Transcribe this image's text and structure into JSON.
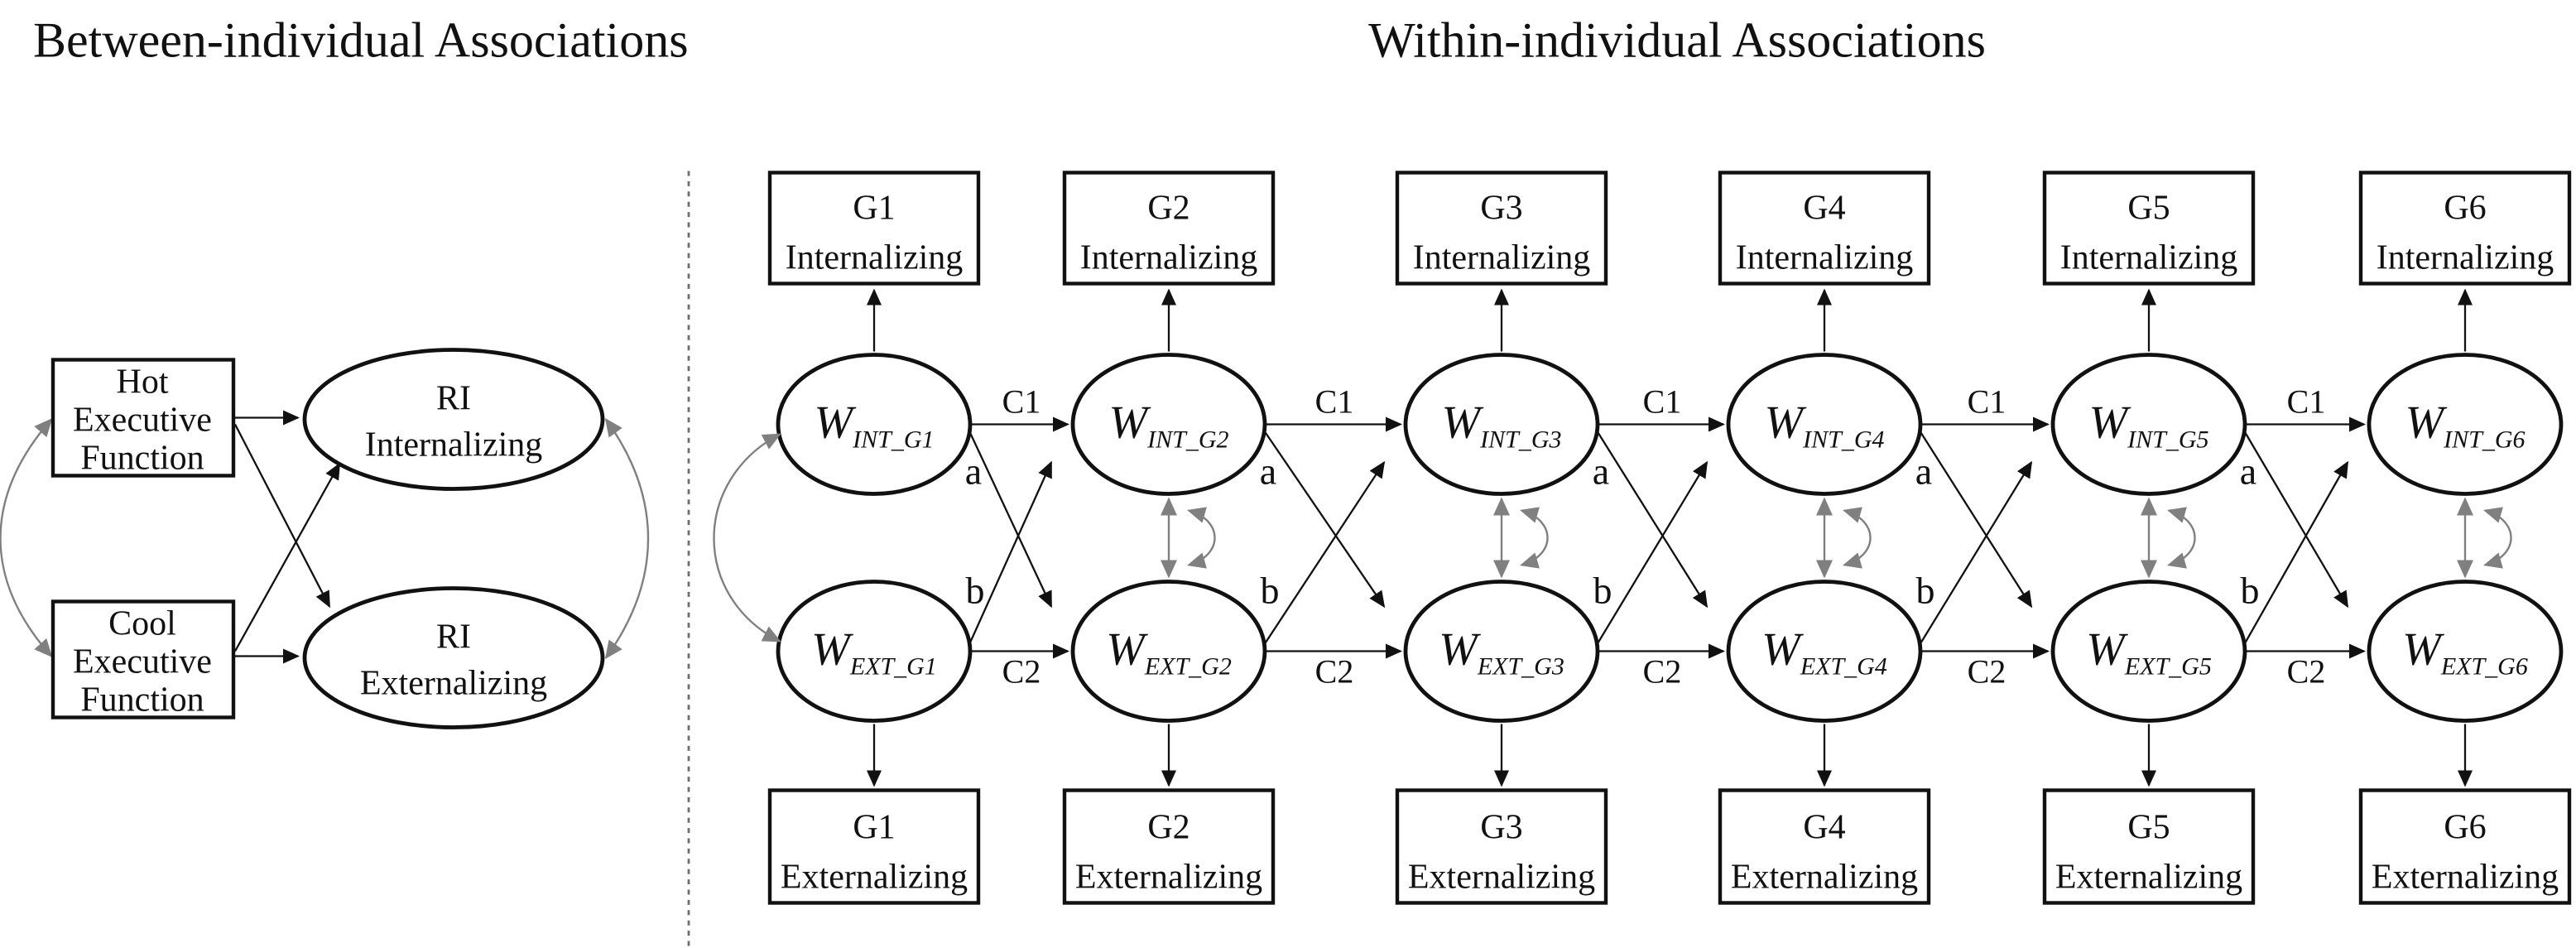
{
  "titles": {
    "left": "Between-individual Associations",
    "right": "Within-individual Associations"
  },
  "left_panel": {
    "hot_box": [
      "Hot",
      "Executive",
      "Function"
    ],
    "cool_box": [
      "Cool",
      "Executive",
      "Function"
    ],
    "ri_int": [
      "RI",
      "Internalizing"
    ],
    "ri_ext": [
      "RI",
      "Externalizing"
    ]
  },
  "right_panel": {
    "edge_labels": {
      "c1": "C1",
      "c2": "C2",
      "a": "a",
      "b": "b"
    },
    "columns": [
      {
        "top": [
          "G1",
          "Internalizing"
        ],
        "bottom": [
          "G1",
          "Externalizing"
        ],
        "w": "W",
        "int_sub": "INT_G1",
        "ext_sub": "EXT_G1"
      },
      {
        "top": [
          "G2",
          "Internalizing"
        ],
        "bottom": [
          "G2",
          "Externalizing"
        ],
        "w": "W",
        "int_sub": "INT_G2",
        "ext_sub": "EXT_G2"
      },
      {
        "top": [
          "G3",
          "Internalizing"
        ],
        "bottom": [
          "G3",
          "Externalizing"
        ],
        "w": "W",
        "int_sub": "INT_G3",
        "ext_sub": "EXT_G3"
      },
      {
        "top": [
          "G4",
          "Internalizing"
        ],
        "bottom": [
          "G4",
          "Externalizing"
        ],
        "w": "W",
        "int_sub": "INT_G4",
        "ext_sub": "EXT_G4"
      },
      {
        "top": [
          "G5",
          "Internalizing"
        ],
        "bottom": [
          "G5",
          "Externalizing"
        ],
        "w": "W",
        "int_sub": "INT_G5",
        "ext_sub": "EXT_G5"
      },
      {
        "top": [
          "G6",
          "Internalizing"
        ],
        "bottom": [
          "G6",
          "Externalizing"
        ],
        "w": "W",
        "int_sub": "INT_G6",
        "ext_sub": "EXT_G6"
      }
    ]
  },
  "colors": {
    "line": "#111111",
    "gray": "#808080",
    "background": "#ffffff"
  }
}
